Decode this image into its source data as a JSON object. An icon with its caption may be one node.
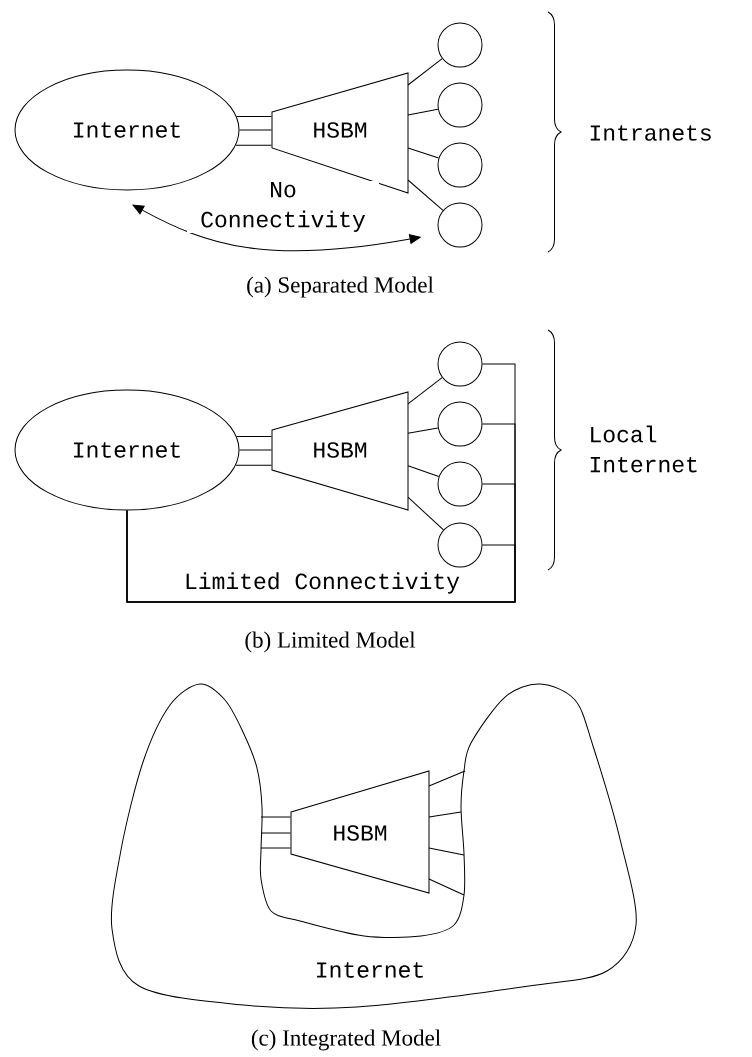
{
  "diagram": {
    "nodes": [
      {
        "text": [
          "Internet"
        ]
      },
      {
        "text": [
          "HSBM"
        ]
      },
      {
        "text": [],
        "shape": "circle"
      },
      {
        "text": [],
        "shape": "circle"
      },
      {
        "text": [],
        "shape": "circle"
      },
      {
        "text": [],
        "shape": "circle"
      },
      {
        "text": [
          "Internet"
        ]
      },
      {
        "text": [
          "HSBM"
        ]
      },
      {
        "text": [],
        "shape": "circle"
      },
      {
        "text": [],
        "shape": "circle"
      },
      {
        "text": [],
        "shape": "circle"
      },
      {
        "text": [],
        "shape": "circle"
      },
      {
        "text": [
          "Internet"
        ]
      },
      {
        "text": [
          "HSBM"
        ]
      }
    ],
    "edges": [
      {
        "from": 0,
        "to": 1,
        "arrow": "none"
      },
      {
        "from": 0,
        "to": 1,
        "arrow": "none"
      },
      {
        "from": 0,
        "to": 1,
        "arrow": "none"
      },
      {
        "from": 1,
        "to": 2,
        "arrow": "none"
      },
      {
        "from": 1,
        "to": 3,
        "arrow": "none"
      },
      {
        "from": 1,
        "to": 4,
        "arrow": "none"
      },
      {
        "from": 1,
        "to": 5,
        "arrow": "none"
      },
      {
        "from": 0,
        "to": 5,
        "arrow": "both",
        "label": "No Connectivity"
      },
      {
        "from": 6,
        "to": 7,
        "arrow": "none"
      },
      {
        "from": 6,
        "to": 7,
        "arrow": "none"
      },
      {
        "from": 6,
        "to": 7,
        "arrow": "none"
      },
      {
        "from": 7,
        "to": 8,
        "arrow": "none"
      },
      {
        "from": 7,
        "to": 9,
        "arrow": "none"
      },
      {
        "from": 7,
        "to": 10,
        "arrow": "none"
      },
      {
        "from": 7,
        "to": 11,
        "arrow": "none"
      },
      {
        "from": 8,
        "to": 6,
        "arrow": "none"
      },
      {
        "from": 9,
        "to": 6,
        "arrow": "none"
      },
      {
        "from": 10,
        "to": 6,
        "arrow": "none"
      },
      {
        "from": 11,
        "to": 6,
        "arrow": "none",
        "label": "Limited Connectivity"
      },
      {
        "from": 12,
        "to": 13,
        "arrow": "none"
      },
      {
        "from": 12,
        "to": 13,
        "arrow": "none"
      },
      {
        "from": 12,
        "to": 13,
        "arrow": "none"
      },
      {
        "from": 13,
        "to": 12,
        "arrow": "none"
      },
      {
        "from": 13,
        "to": 12,
        "arrow": "none"
      },
      {
        "from": 13,
        "to": 12,
        "arrow": "none"
      },
      {
        "from": 13,
        "to": 12,
        "arrow": "none"
      }
    ],
    "labels": [
      "Intranets",
      "(a)  Separated Model",
      "Local Internet",
      "(b)  Limited Model",
      "(c)  Integrated Model"
    ]
  }
}
